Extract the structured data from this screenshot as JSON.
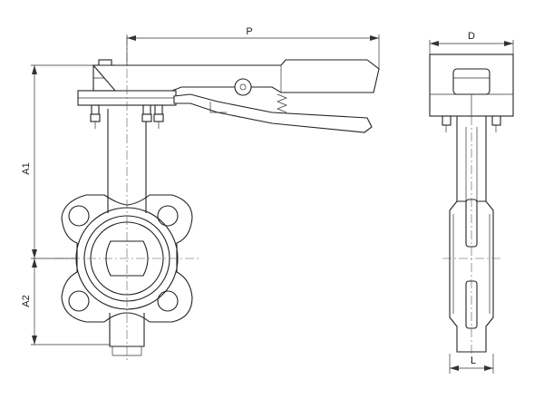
{
  "dimensions": {
    "p": "P",
    "d": "D",
    "a1": "A1",
    "a2": "A2",
    "l": "L"
  }
}
